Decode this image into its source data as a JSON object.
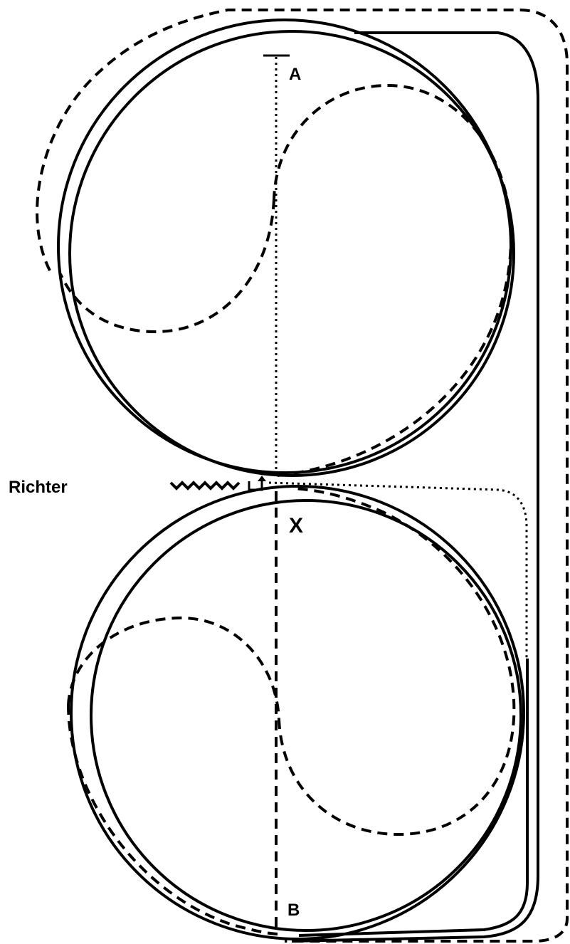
{
  "diagram": {
    "label_a": "A",
    "label_b": "B",
    "label_x": "X",
    "label_richter": "Richter"
  },
  "colors": {
    "stroke": "#000000",
    "background": "#ffffff"
  }
}
